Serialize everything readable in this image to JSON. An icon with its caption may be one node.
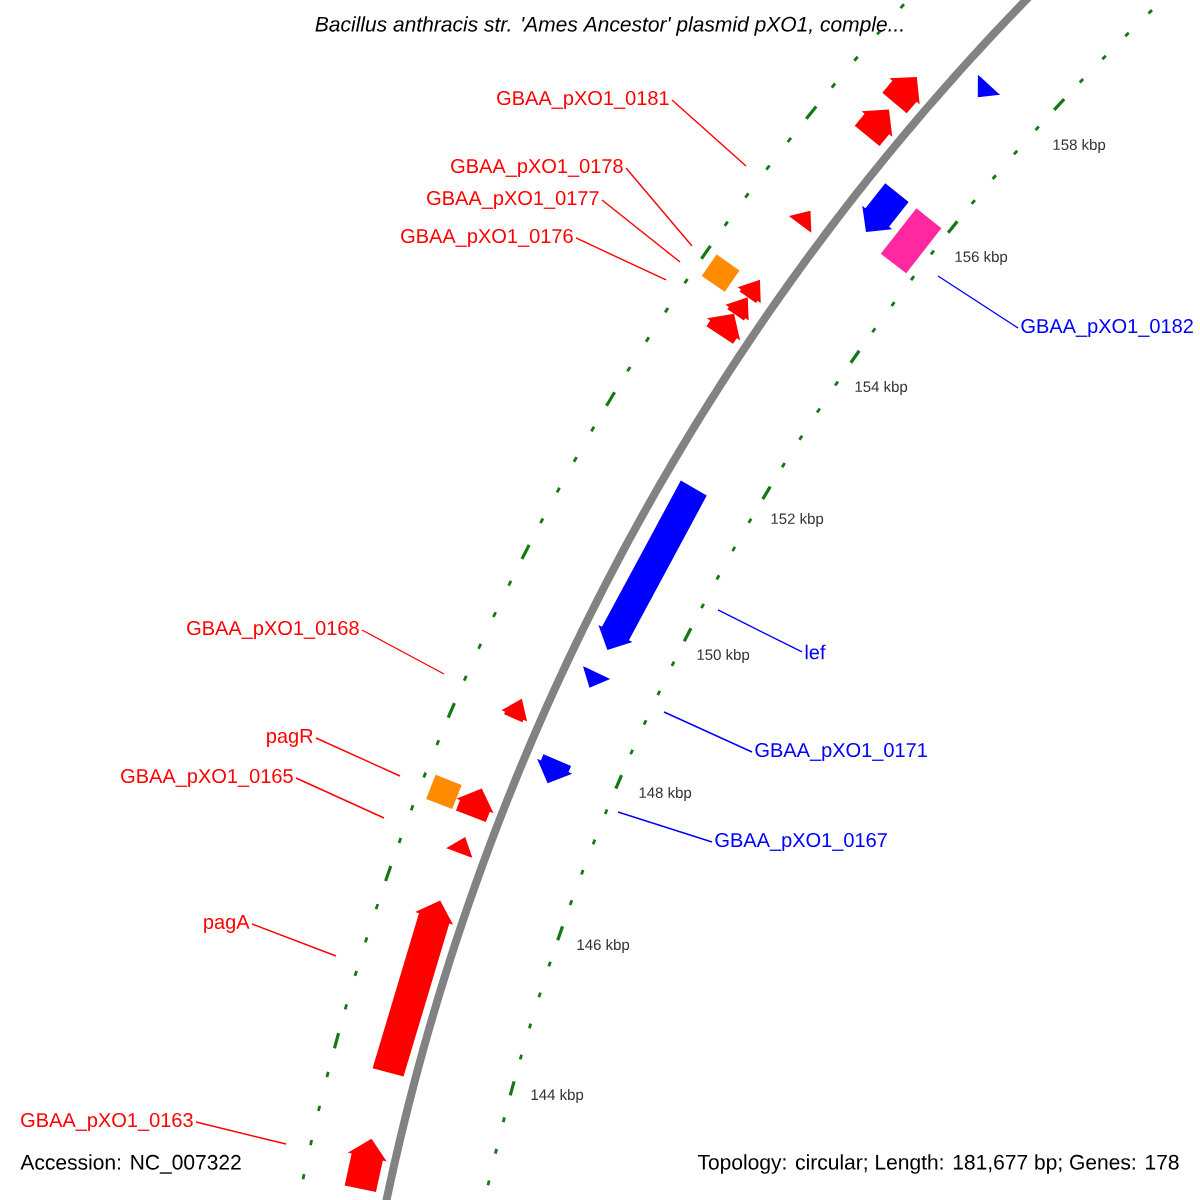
{
  "diagram": {
    "title": "Bacillus anthracis str. 'Ames Ancestor' plasmid pXO1, comple...",
    "nodes": [
      {
        "text": [
          "GBAA_pXO1_0181"
        ]
      },
      {
        "text": [
          "GBAA_pXO1_0178"
        ]
      },
      {
        "text": [
          "GBAA_pXO1_0177"
        ]
      },
      {
        "text": [
          "GBAA_pXO1_0176"
        ]
      },
      {
        "text": [
          "GBAA_pXO1_0182"
        ]
      },
      {
        "text": [
          "GBAA_pXO1_0168"
        ]
      },
      {
        "text": [
          "lef"
        ]
      },
      {
        "text": [
          "pagR"
        ]
      },
      {
        "text": [
          "GBAA_pXO1_0171"
        ]
      },
      {
        "text": [
          "GBAA_pXO1_0165"
        ]
      },
      {
        "text": [
          "GBAA_pXO1_0167"
        ]
      },
      {
        "text": [
          "pagA"
        ]
      },
      {
        "text": [
          "GBAA_pXO1_0163"
        ]
      }
    ],
    "edges": [
      {
        "from": 0,
        "to": null,
        "arrow": "none"
      },
      {
        "from": 1,
        "to": null,
        "arrow": "none"
      },
      {
        "from": 2,
        "to": null,
        "arrow": "none"
      },
      {
        "from": 3,
        "to": null,
        "arrow": "none"
      },
      {
        "from": 4,
        "to": null,
        "arrow": "none",
        "color": "#0000ff"
      },
      {
        "from": 5,
        "to": null,
        "arrow": "none"
      },
      {
        "from": 6,
        "to": null,
        "arrow": "none",
        "color": "#0000ff"
      },
      {
        "from": 7,
        "to": null,
        "arrow": "none"
      },
      {
        "from": 8,
        "to": null,
        "arrow": "none",
        "color": "#0000ff"
      },
      {
        "from": 9,
        "to": null,
        "arrow": "none"
      },
      {
        "from": 10,
        "to": null,
        "arrow": "none",
        "color": "#0000ff"
      },
      {
        "from": 11,
        "to": null,
        "arrow": "none"
      },
      {
        "from": 12,
        "to": null,
        "arrow": "none"
      }
    ],
    "labels": [
      "158 kbp",
      "156 kbp",
      "154 kbp",
      "152 kbp",
      "150 kbp",
      "148 kbp",
      "146 kbp",
      "144 kbp",
      "Accession: NC_007322",
      "Topology: circular; Length: 181,677 bp; Genes: 178"
    ]
  }
}
